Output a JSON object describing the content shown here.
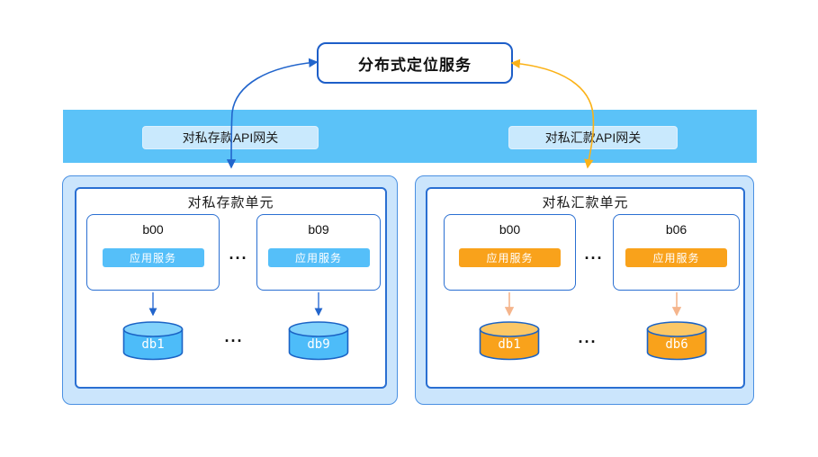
{
  "service": {
    "label": "分布式定位服务"
  },
  "gateways": {
    "deposit": {
      "label": "对私存款API网关"
    },
    "remittance": {
      "label": "对私汇款API网关"
    }
  },
  "units": {
    "deposit": {
      "title": "对私存款单元",
      "cells": [
        {
          "name": "b00",
          "service": "应用服务"
        },
        {
          "name": "b09",
          "service": "应用服务"
        }
      ],
      "dots": "···",
      "dbs": [
        "db1",
        "db9"
      ]
    },
    "remittance": {
      "title": "对私汇款单元",
      "cells": [
        {
          "name": "b00",
          "service": "应用服务"
        },
        {
          "name": "b06",
          "service": "应用服务"
        }
      ],
      "dots": "···",
      "dbs": [
        "db1",
        "db6"
      ]
    }
  },
  "colors": {
    "band": "#5bc2f8",
    "gateway_label_bg": "#c9e9fd",
    "unit_outer_bg": "#cbe5fc",
    "unit_border": "#2a6fd2",
    "deposit_theme": "#55bff9",
    "remittance_theme": "#f9a21b",
    "blue_arrow": "#2265cc",
    "yellow_arrow": "#fbb217",
    "peach_arrow": "#f5b58c",
    "cylinder_stroke": "#1b63c5"
  }
}
